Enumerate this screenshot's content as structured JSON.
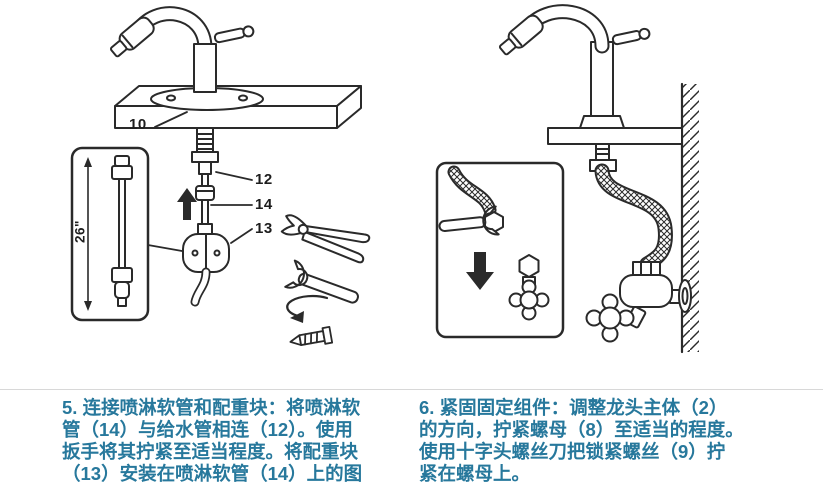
{
  "page": {
    "background": "#ffffff",
    "instruction_text_color": "#27789c",
    "line_art_color": "#2a2a2a"
  },
  "step5": {
    "part_labels": {
      "deck_plate": "10",
      "supply_line": "12",
      "spray_hose": "14",
      "weight": "13",
      "hose_length": "26\""
    },
    "lines": [
      "5. 连接喷淋软管和配重块：将喷淋软",
      "管（14）与给水管相连（12）。使用",
      "扳手将其拧紧至适当程度。将配重块",
      "（13）安装在喷淋软管（14）上的图"
    ]
  },
  "step6": {
    "lines": [
      "6. 紧固固定组件：调整龙头主体（2）",
      "的方向，拧紧螺母（8）至适当的程度。",
      "使用十字头螺丝刀把锁紧螺丝（9）拧",
      "紧在螺母上。"
    ]
  }
}
